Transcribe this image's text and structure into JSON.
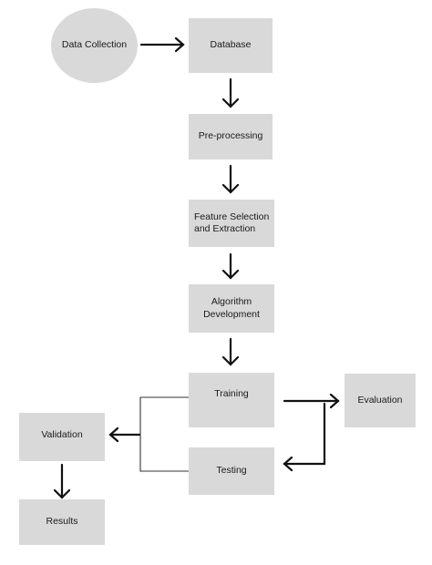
{
  "nodes": {
    "data_collection": "Data Collection",
    "database": "Database",
    "preprocessing": "Pre-processing",
    "feature_selection": "Feature Selection and Extraction",
    "algorithm_development": "Algorithm Development",
    "training": "Training",
    "testing": "Testing",
    "evaluation": "Evaluation",
    "validation": "Validation",
    "results": "Results"
  },
  "colors": {
    "node_fill": "#d9d9d9",
    "arrow": "#111111",
    "thin_line": "#333333",
    "text": "#1a1a1a"
  }
}
